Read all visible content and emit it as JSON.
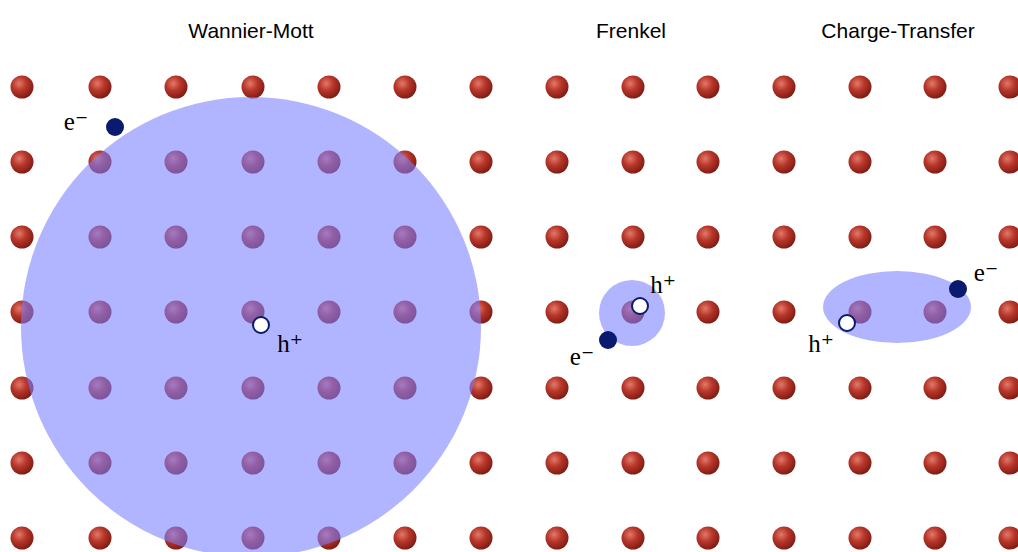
{
  "diagram": {
    "labels": [
      "Wannier-Mott",
      "Frenkel",
      "Charge-Transfer",
      "e⁻",
      "h⁺",
      "h⁺",
      "e⁻",
      "h⁺",
      "e⁻"
    ]
  }
}
